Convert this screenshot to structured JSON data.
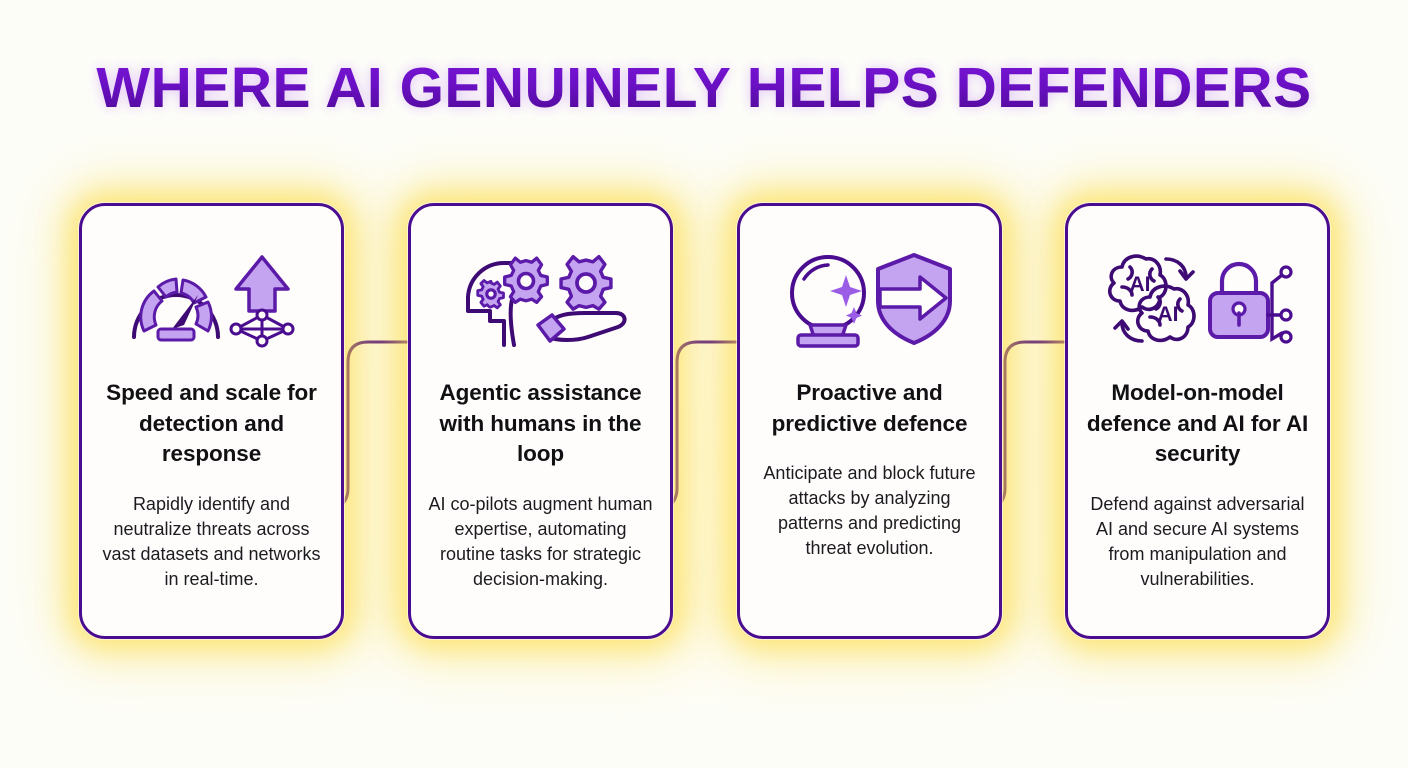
{
  "page": {
    "title": "WHERE AI GENUINELY HELPS DEFENDERS",
    "background_color": "#fdfdf8",
    "accent_purple": "#4b0d8f",
    "title_purple": "#6a10c4",
    "icon_fill_purple": "#c4a3f0",
    "glow_color": "#fde047"
  },
  "cards": [
    {
      "icon_name": "gauge-speed-network-icon",
      "title": "Speed and scale for detection and response",
      "description": "Rapidly identify and neutralize threats across vast datasets and networks in real-time."
    },
    {
      "icon_name": "head-gears-hand-icon",
      "title": "Agentic assistance with humans in the loop",
      "description": "AI co-pilots augment human expertise, automating routine tasks for strategic decision-making."
    },
    {
      "icon_name": "crystal-ball-shield-arrow-icon",
      "title": "Proactive and predictive defence",
      "description": "Anticipate and block future attacks by analyzing patterns and predicting threat evolution."
    },
    {
      "icon_name": "ai-brains-padlock-circuit-icon",
      "title": "Model-on-model defence and AI for AI security",
      "description": "Defend against adversarial AI and secure AI systems from manipulation and vulnerabilities."
    }
  ],
  "connectors": [
    {
      "name": "connector-card1-card2"
    },
    {
      "name": "connector-card2-card3"
    },
    {
      "name": "connector-card3-card4"
    }
  ]
}
